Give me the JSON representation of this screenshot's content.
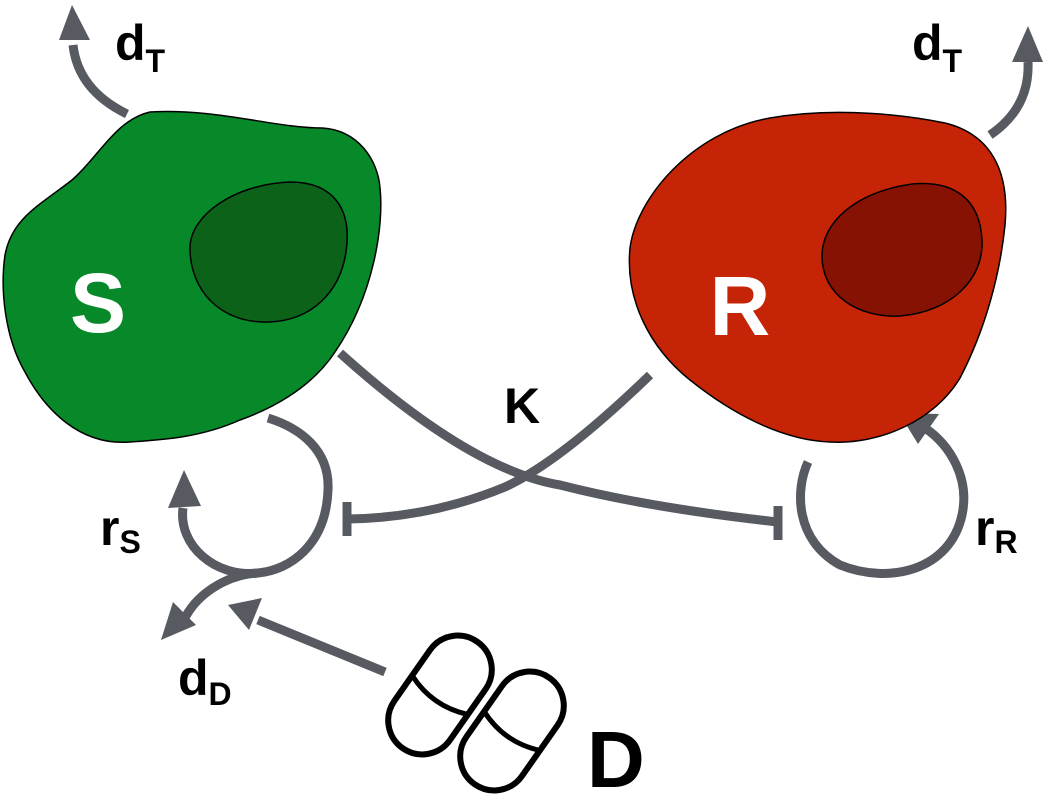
{
  "colors": {
    "sensitive_cell": "#078829",
    "sensitive_nucleus": "#0d6219",
    "resistant_cell": "#c52506",
    "resistant_nucleus": "#851203",
    "arrow": "#575b61",
    "text": "#000000",
    "cell_label_text": "#ffffff"
  },
  "cells": {
    "sensitive": {
      "label": "S"
    },
    "resistant": {
      "label": "R"
    }
  },
  "labels": {
    "death_left": {
      "main": "d",
      "sub": "T"
    },
    "death_right": {
      "main": "d",
      "sub": "T"
    },
    "competition": "K",
    "growth_s": {
      "main": "r",
      "sub": "S"
    },
    "growth_r": {
      "main": "r",
      "sub": "R"
    },
    "drug_death": {
      "main": "d",
      "sub": "D"
    },
    "drug": "D"
  },
  "icons": {
    "drug": "pill-capsules-icon"
  }
}
